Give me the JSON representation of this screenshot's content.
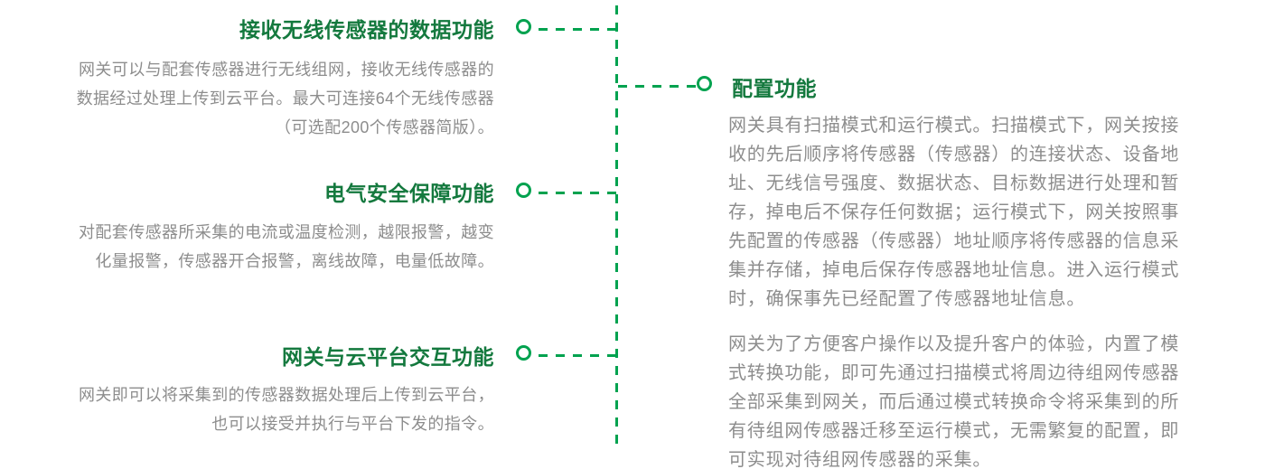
{
  "colors": {
    "title_green": "#14793e",
    "accent_green": "#00a24f",
    "body_gray": "#8d8d8d",
    "background": "#ffffff"
  },
  "icons": [
    "timeline-node-circle",
    "dashed-connector-line",
    "vertical-dashed-timeline"
  ],
  "left_features": [
    {
      "title": "接收无线传感器的数据功能",
      "body": "网关可以与配套传感器进行无线组网，接收无线传感器的\n数据经过处理上传到云平台。最大可连接64个无线传感器\n（可选配200个传感器简版）。"
    },
    {
      "title": "电气安全保障功能",
      "body": "对配套传感器所采集的电流或温度检测，越限报警，越变\n化量报警，传感器开合报警，离线故障，电量低故障。"
    },
    {
      "title": "网关与云平台交互功能",
      "body": "网关即可以将采集到的传感器数据处理后上传到云平台，\n也可以接受并执行与平台下发的指令。"
    }
  ],
  "right_feature": {
    "title": "配置功能",
    "paragraph1": "网关具有扫描模式和运行模式。扫描模式下，网关按接\n收的先后顺序将传感器（传感器）的连接状态、设备地\n址、无线信号强度、数据状态、目标数据进行处理和暂\n存，掉电后不保存任何数据；运行模式下，网关按照事\n先配置的传感器（传感器）地址顺序将传感器的信息采\n集并存储，掉电后保存传感器地址信息。进入运行模式\n时，确保事先已经配置了传感器地址信息。",
    "paragraph2": "网关为了方便客户操作以及提升客户的体验，内置了模\n式转换功能，即可先通过扫描模式将周边待组网传感器\n全部采集到网关，而后通过模式转换命令将采集到的所\n有待组网传感器迁移至运行模式，无需繁复的配置，即\n可实现对待组网传感器的采集。"
  }
}
